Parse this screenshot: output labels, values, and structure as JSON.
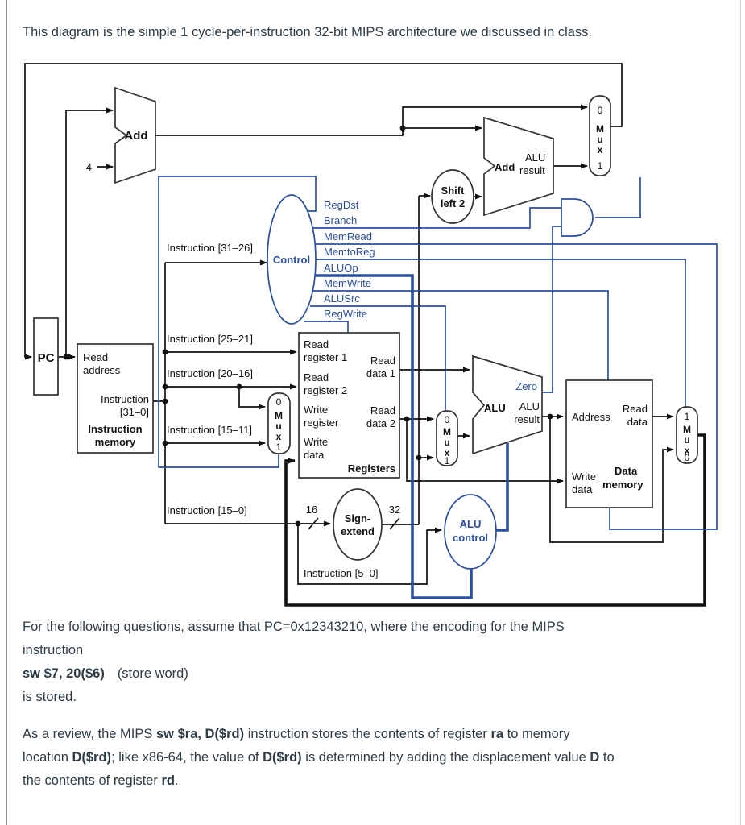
{
  "page": {
    "intro": "This diagram is the simple 1 cycle-per-instruction 32-bit MIPS architecture we discussed in class.",
    "para1": {
      "line1": "For the following questions, assume that PC=0x12343210, where the encoding for the MIPS",
      "line2": "instruction",
      "code": "sw $7, 20($6)",
      "note": "(store word)",
      "line4": "is stored."
    },
    "para2": {
      "l1s1": "As a review, the MIPS ",
      "l1b1": "sw $ra, D($rd)",
      "l1s2": " instruction stores the contents of register ",
      "l1b2": "ra",
      "l1s3": " to memory",
      "l2s1": "location ",
      "l2b1": "D($rd)",
      "l2s2": "; like x86-64, the value of ",
      "l2b2": "D($rd)",
      "l2s3": " is determined by adding the displacement value ",
      "l2b3": "D",
      "l2s4": " to",
      "l3s1": "the contents of register ",
      "l3b1": "rd",
      "l3s2": "."
    }
  },
  "diagram": {
    "labels": {
      "pc": "PC",
      "add": "Add",
      "four": "4",
      "n16": "16",
      "n32": "32",
      "branch_add": "Add",
      "branch_alu_l1": "ALU",
      "branch_alu_l2": "result",
      "shift_l1": "Shift",
      "shift_l2": "left 2",
      "control": "Control",
      "imem_read": "Read",
      "imem_address": "address",
      "imem_instr": "Instruction",
      "imem_range": "[31–0]",
      "imem_name_l1": "Instruction",
      "imem_name_l2": "memory",
      "instr_31_26": "Instruction [31–26]",
      "instr_25_21": "Instruction [25–21]",
      "instr_20_16": "Instruction [20–16]",
      "instr_15_11": "Instruction [15–11]",
      "instr_15_0": "Instruction [15–0]",
      "instr_5_0": "Instruction [5–0]",
      "reg_read1_l1": "Read",
      "reg_read1_l2": "register 1",
      "reg_read2_l1": "Read",
      "reg_read2_l2": "register 2",
      "reg_write_l1": "Write",
      "reg_write_l2": "register",
      "reg_wdata_l1": "Write",
      "reg_wdata_l2": "data",
      "reg_rdata1_l1": "Read",
      "reg_rdata1_l2": "data 1",
      "reg_rdata2_l1": "Read",
      "reg_rdata2_l2": "data 2",
      "registers": "Registers",
      "sign_l1": "Sign-",
      "sign_l2": "extend",
      "alu_big": "ALU",
      "zero": "Zero",
      "alu_res_l1": "ALU",
      "alu_res_l2": "result",
      "aluctl_l1": "ALU",
      "aluctl_l2": "control",
      "mem_address": "Address",
      "mem_rdata_l1": "Read",
      "mem_rdata_l2": "data",
      "mem_wdata_l1": "Write",
      "mem_wdata_l2": "data",
      "mem_name_l1": "Data",
      "mem_name_l2": "memory"
    },
    "signals": [
      "RegDst",
      "Branch",
      "MemRead",
      "MemtoReg",
      "ALUOp",
      "MemWrite",
      "ALUSrc",
      "RegWrite"
    ],
    "mux": {
      "m": "M",
      "u": "u",
      "x": "x",
      "zero": "0",
      "one": "1"
    }
  },
  "colors": {
    "control_blue": "#2b4f9e",
    "wire_black": "#111111",
    "text": "#2d3b45"
  }
}
